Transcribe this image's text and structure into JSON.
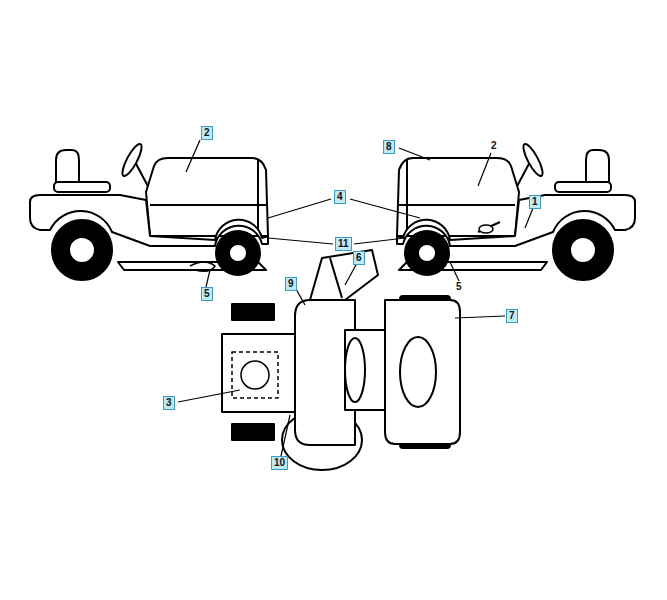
{
  "diagram": {
    "labels": [
      "2",
      "8",
      "2",
      "4",
      "1",
      "11",
      "5",
      "5",
      "6",
      "9",
      "7",
      "3",
      "10"
    ]
  }
}
